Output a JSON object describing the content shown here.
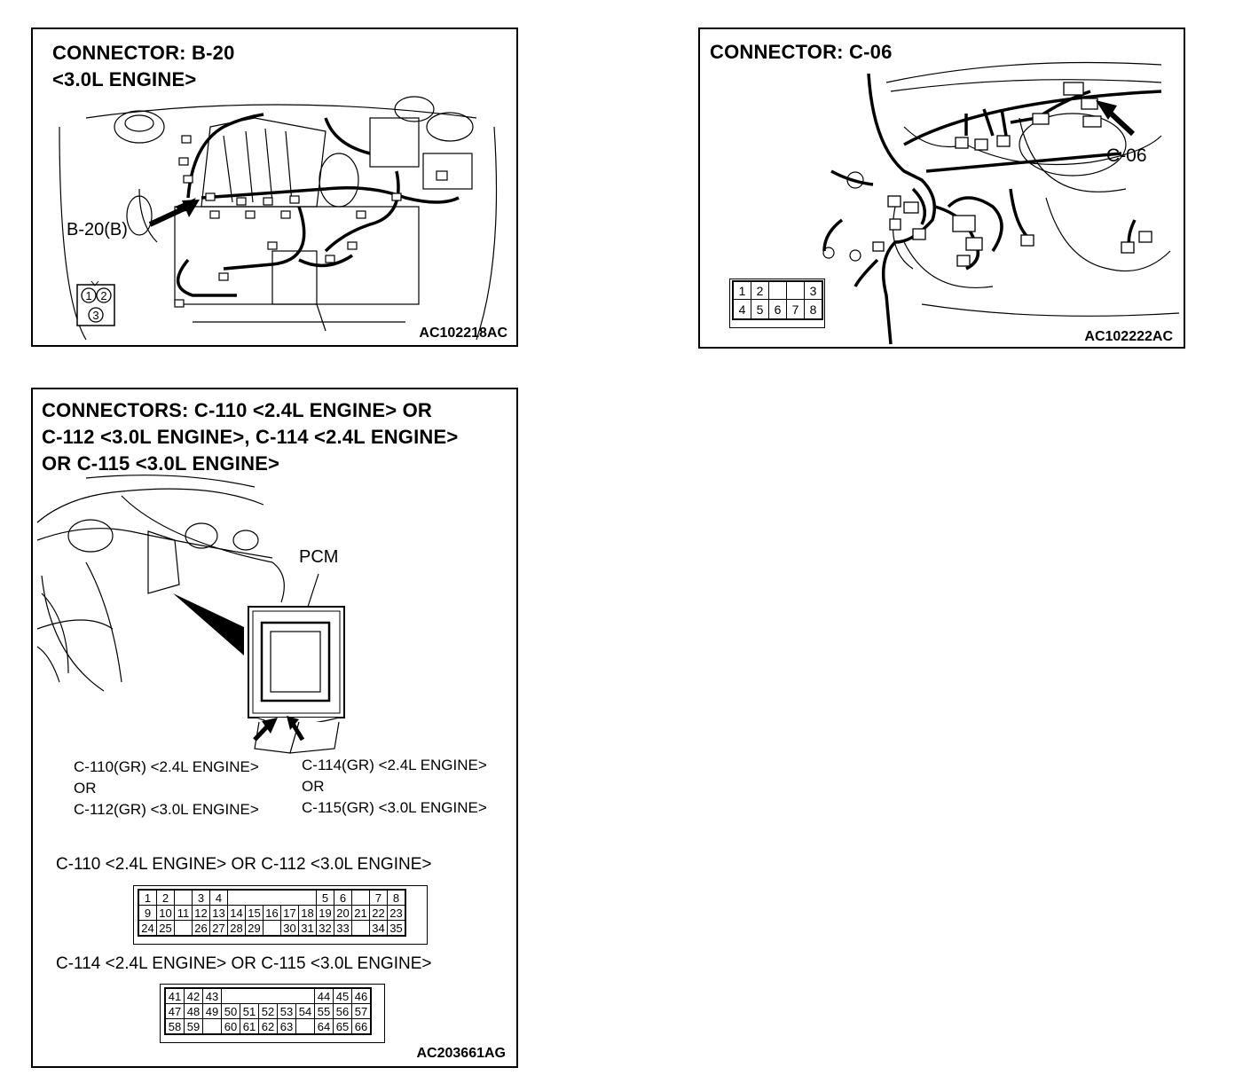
{
  "panels": {
    "b20": {
      "title_line1": "CONNECTOR: B-20",
      "title_line2": "<3.0L ENGINE>",
      "callout": "B-20(B)",
      "pins": [
        "1",
        "2",
        "3"
      ],
      "code": "AC102218AC"
    },
    "c06": {
      "title": "CONNECTOR: C-06",
      "callout": "C-06",
      "pins_row1": [
        "1",
        "2",
        "",
        "3"
      ],
      "pins_row2": [
        "4",
        "5",
        "6",
        "7",
        "8"
      ],
      "code": "AC102222AC"
    },
    "pcm": {
      "title_line1": "CONNECTORS: C-110 <2.4L ENGINE> OR",
      "title_line2": "C-112 <3.0L ENGINE>, C-114 <2.4L ENGINE>",
      "title_line3": "OR C-115 <3.0L ENGINE>",
      "pcm_label": "PCM",
      "left_callout_line1": "C-110(GR) <2.4L ENGINE>",
      "left_callout_line2": "OR",
      "left_callout_line3": "C-112(GR) <3.0L ENGINE>",
      "right_callout_line1": "C-114(GR) <2.4L ENGINE>",
      "right_callout_line2": "OR",
      "right_callout_line3": "C-115(GR) <3.0L ENGINE>",
      "connector1_heading": "C-110 <2.4L ENGINE> OR C-112 <3.0L ENGINE>",
      "connector1_rows": [
        [
          "1",
          "2",
          "",
          "3",
          "4",
          "",
          "",
          "",
          "",
          "",
          "5",
          "6",
          "",
          "7",
          "8"
        ],
        [
          "9",
          "10",
          "11",
          "12",
          "13",
          "14",
          "15",
          "16",
          "17",
          "18",
          "19",
          "20",
          "21",
          "22",
          "23"
        ],
        [
          "24",
          "25",
          "",
          "26",
          "27",
          "28",
          "29",
          "",
          "30",
          "31",
          "32",
          "33",
          "",
          "34",
          "35"
        ]
      ],
      "connector2_heading": "C-114 <2.4L ENGINE> OR C-115 <3.0L ENGINE>",
      "connector2_rows": [
        [
          "41",
          "42",
          "43",
          "",
          "",
          "",
          "",
          "",
          "44",
          "45",
          "46"
        ],
        [
          "47",
          "48",
          "49",
          "50",
          "51",
          "52",
          "53",
          "54",
          "55",
          "56",
          "57"
        ],
        [
          "58",
          "59",
          "",
          "60",
          "61",
          "62",
          "63",
          "",
          "64",
          "65",
          "66"
        ]
      ],
      "code": "AC203661AG"
    }
  }
}
